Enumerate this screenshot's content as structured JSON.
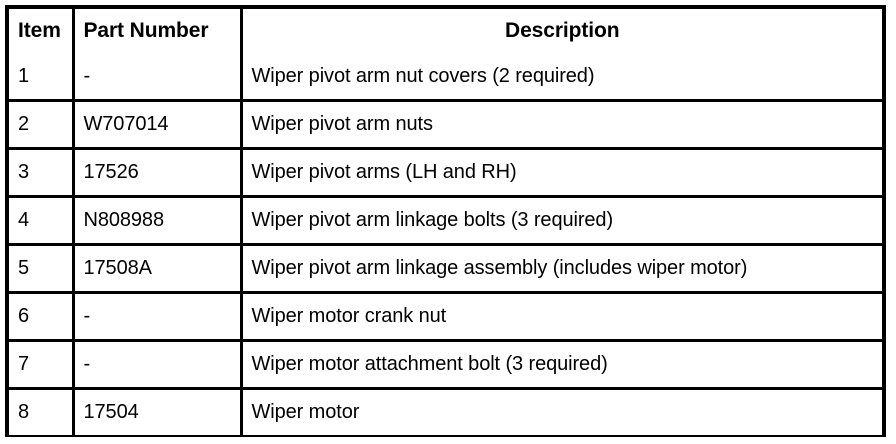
{
  "table": {
    "columns": [
      {
        "key": "item",
        "label": "Item",
        "align": "left"
      },
      {
        "key": "part_number",
        "label": "Part Number",
        "align": "left"
      },
      {
        "key": "description",
        "label": "Description",
        "align": "center"
      }
    ],
    "rows": [
      {
        "item": "1",
        "part_number": "-",
        "description": "Wiper pivot arm nut covers (2 required)"
      },
      {
        "item": "2",
        "part_number": "W707014",
        "description": "Wiper pivot arm nuts"
      },
      {
        "item": "3",
        "part_number": "17526",
        "description": "Wiper pivot arms (LH and RH)"
      },
      {
        "item": "4",
        "part_number": "N808988",
        "description": "Wiper pivot arm linkage bolts (3 required)"
      },
      {
        "item": "5",
        "part_number": "17508A",
        "description": "Wiper pivot arm linkage assembly (includes wiper motor)"
      },
      {
        "item": "6",
        "part_number": "-",
        "description": "Wiper motor crank nut"
      },
      {
        "item": "7",
        "part_number": "-",
        "description": "Wiper motor attachment bolt (3 required)"
      },
      {
        "item": "8",
        "part_number": "17504",
        "description": "Wiper motor"
      }
    ]
  },
  "colors": {
    "border": "#000000",
    "text": "#000000",
    "background": "#ffffff"
  }
}
